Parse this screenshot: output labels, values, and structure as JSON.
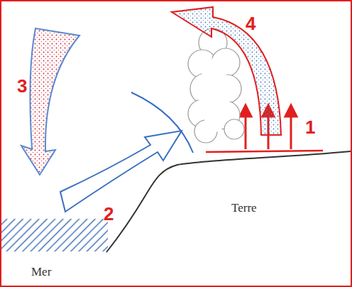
{
  "diagram": {
    "labels": [
      "4",
      "3",
      "2",
      "1",
      "Terre",
      "Mer"
    ]
  }
}
